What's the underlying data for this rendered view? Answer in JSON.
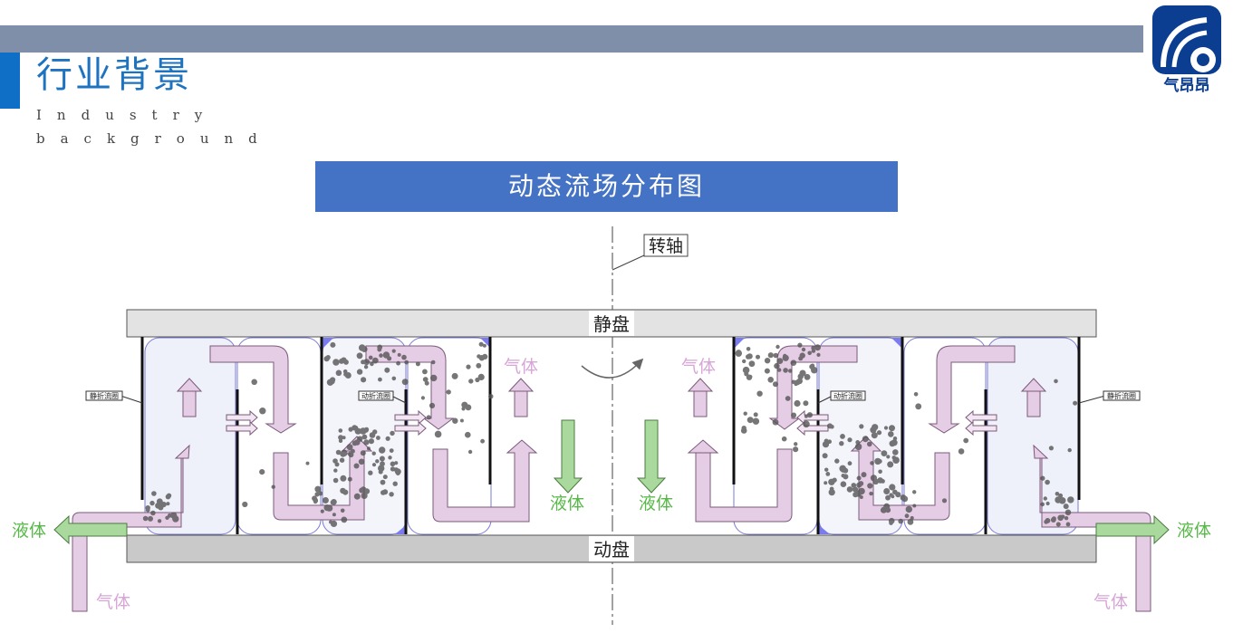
{
  "header": {
    "title": "行业背景",
    "subtitle": "Industry background",
    "logo_text": "气昂昂"
  },
  "diagram": {
    "title": "动态流场分布图",
    "shaft_label": "转轴",
    "static_disk_label": "静盘",
    "moving_disk_label": "动盘",
    "gas_label": "气体",
    "liquid_label": "液体",
    "static_ring_label": "静折流圈",
    "moving_ring_label": "动折流圈"
  },
  "colors": {
    "header_bar": "#7f8fa9",
    "accent_blue": "#0f6fc6",
    "title_box": "#4472c4",
    "gas_arrow": "#e6cde6",
    "liquid_arrow": "#a9d99c",
    "liquid_text": "#59b84a",
    "gas_text": "#d7a6d7",
    "disk_gray": "#d2d2d2"
  }
}
